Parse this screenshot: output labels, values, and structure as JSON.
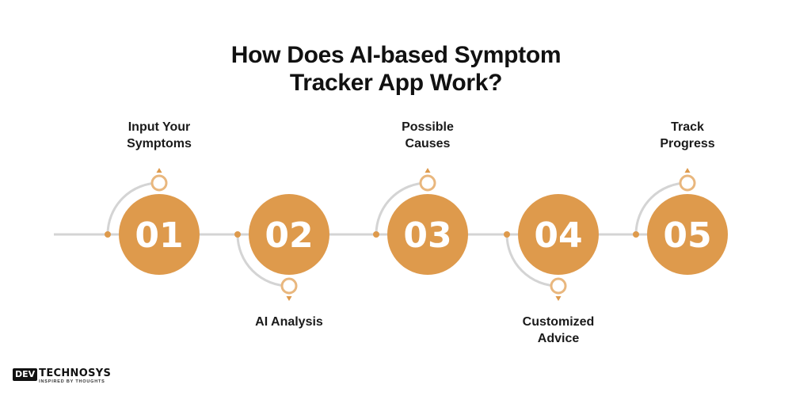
{
  "title": {
    "line1": "How Does AI-based Symptom",
    "line2": "Tracker App Work?"
  },
  "steps": [
    {
      "number": "01",
      "label_lines": [
        "Input Your",
        "Symptoms"
      ],
      "label_position": "top"
    },
    {
      "number": "02",
      "label_lines": [
        "AI Analysis"
      ],
      "label_position": "bottom"
    },
    {
      "number": "03",
      "label_lines": [
        "Possible",
        "Causes"
      ],
      "label_position": "top"
    },
    {
      "number": "04",
      "label_lines": [
        "Customized",
        "Advice"
      ],
      "label_position": "bottom"
    },
    {
      "number": "05",
      "label_lines": [
        "Track",
        "Progress"
      ],
      "label_position": "top"
    }
  ],
  "logo": {
    "mark": "DEV",
    "name": "TECHNOSYS",
    "tagline": "INSPIRED BY THOUGHTS"
  },
  "colors": {
    "accent": "#DE9A4C",
    "accent_light": "#E9B77E",
    "line": "#D4D4D4",
    "text": "#111111"
  }
}
